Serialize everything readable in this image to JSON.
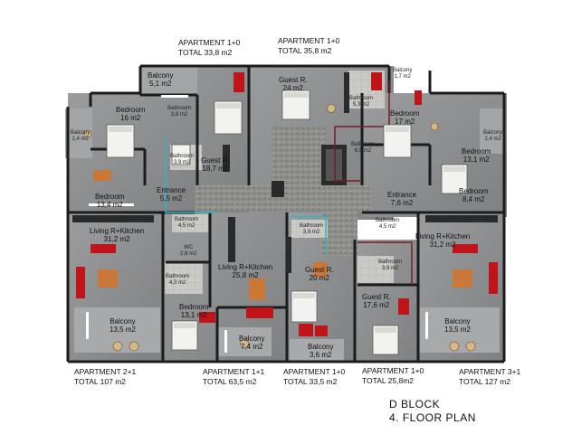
{
  "plan": {
    "block": "D BLOCK",
    "floor": "4. FLOOR PLAN",
    "colors": {
      "floor": "#8e9092",
      "wall": "#1c1c1c",
      "accent_red": "#c0141b",
      "unit_outline": "#7a1a22",
      "bed": "#f2f2ee",
      "wood": "#c9783a",
      "cyan_outline": "#2fb6c8"
    }
  },
  "apartments": [
    {
      "id": "top_left",
      "name": "APARTMENT 1+0",
      "total": "TOTAL 33,8 m2"
    },
    {
      "id": "top_right",
      "name": "APARTMENT 1+0",
      "total": "TOTAL 35,8 m2"
    },
    {
      "id": "b1",
      "name": "APARTMENT 2+1",
      "total": "TOTAL 107 m2"
    },
    {
      "id": "b2",
      "name": "APARTMENT 1+1",
      "total": "TOTAL 63,5 m2"
    },
    {
      "id": "b3",
      "name": "APARTMENT 1+0",
      "total": "TOTAL 33,5 m2"
    },
    {
      "id": "b4",
      "name": "APARTMENT 1+0",
      "total": "TOTAL 25,8m2"
    },
    {
      "id": "b5",
      "name": "APARTMENT 3+1",
      "total": "TOTAL 127 m2"
    }
  ],
  "rooms": [
    {
      "id": "r01",
      "name": "Balcony",
      "area": "5,1 m2"
    },
    {
      "id": "r02",
      "name": "Guest R.",
      "area": "24 m2"
    },
    {
      "id": "r03",
      "name": "Balcony",
      "area": "1,7 m2"
    },
    {
      "id": "r04",
      "name": "Bedroom",
      "area": "16 m2"
    },
    {
      "id": "r05",
      "name": "Bathroom",
      "area": "3,8 m2"
    },
    {
      "id": "r06",
      "name": "Bathroom",
      "area": "5,3 m2"
    },
    {
      "id": "r07",
      "name": "Bedroom",
      "area": "17 m2"
    },
    {
      "id": "r08",
      "name": "Balcony",
      "area": "2,4 m2"
    },
    {
      "id": "r09",
      "name": "Balcony",
      "area": "2,4 m2"
    },
    {
      "id": "r10",
      "name": "Bathroom",
      "area": "6,5 m2"
    },
    {
      "id": "r11",
      "name": "Guest R.",
      "area": "18,7 m2"
    },
    {
      "id": "r12",
      "name": "Bedroom",
      "area": "13,1 m2"
    },
    {
      "id": "r13",
      "name": "Bathroom",
      "area": "3,9 m2"
    },
    {
      "id": "r14",
      "name": "Entrance",
      "area": "5,5 m2"
    },
    {
      "id": "r15",
      "name": "Entrance",
      "area": "7,6 m2"
    },
    {
      "id": "r16",
      "name": "Bedroom",
      "area": "13,4 m2"
    },
    {
      "id": "r17",
      "name": "Bedroom",
      "area": "8,4 m2"
    },
    {
      "id": "r18",
      "name": "Bathroom",
      "area": "4,5 m2"
    },
    {
      "id": "r19",
      "name": "Bathroom",
      "area": "4,5 m2"
    },
    {
      "id": "r20",
      "name": "Bathroom",
      "area": "3,9 m2"
    },
    {
      "id": "r21",
      "name": "Living R+Kitchen",
      "area": "31,2 m2"
    },
    {
      "id": "r22",
      "name": "Living R+Kitchen",
      "area": "31,2 m2"
    },
    {
      "id": "r23",
      "name": "WC",
      "area": "2,6 m2"
    },
    {
      "id": "r24",
      "name": "Living R+Kitchen",
      "area": "25,8 m2"
    },
    {
      "id": "r25",
      "name": "Bathroom",
      "area": "3,9 m2"
    },
    {
      "id": "r26",
      "name": "Bathroom",
      "area": "4,3 m2"
    },
    {
      "id": "r27",
      "name": "Guest R.",
      "area": "20 m2"
    },
    {
      "id": "r28",
      "name": "Guest R.",
      "area": "17,6 m2"
    },
    {
      "id": "r29",
      "name": "Bedroom",
      "area": "13,1 m2"
    },
    {
      "id": "r30",
      "name": "Balcony",
      "area": "13,5 m2"
    },
    {
      "id": "r31",
      "name": "Balcony",
      "area": "13,5 m2"
    },
    {
      "id": "r32",
      "name": "Balcony",
      "area": "7,4 m2"
    },
    {
      "id": "r33",
      "name": "Balcony",
      "area": "3,6 m2"
    }
  ]
}
